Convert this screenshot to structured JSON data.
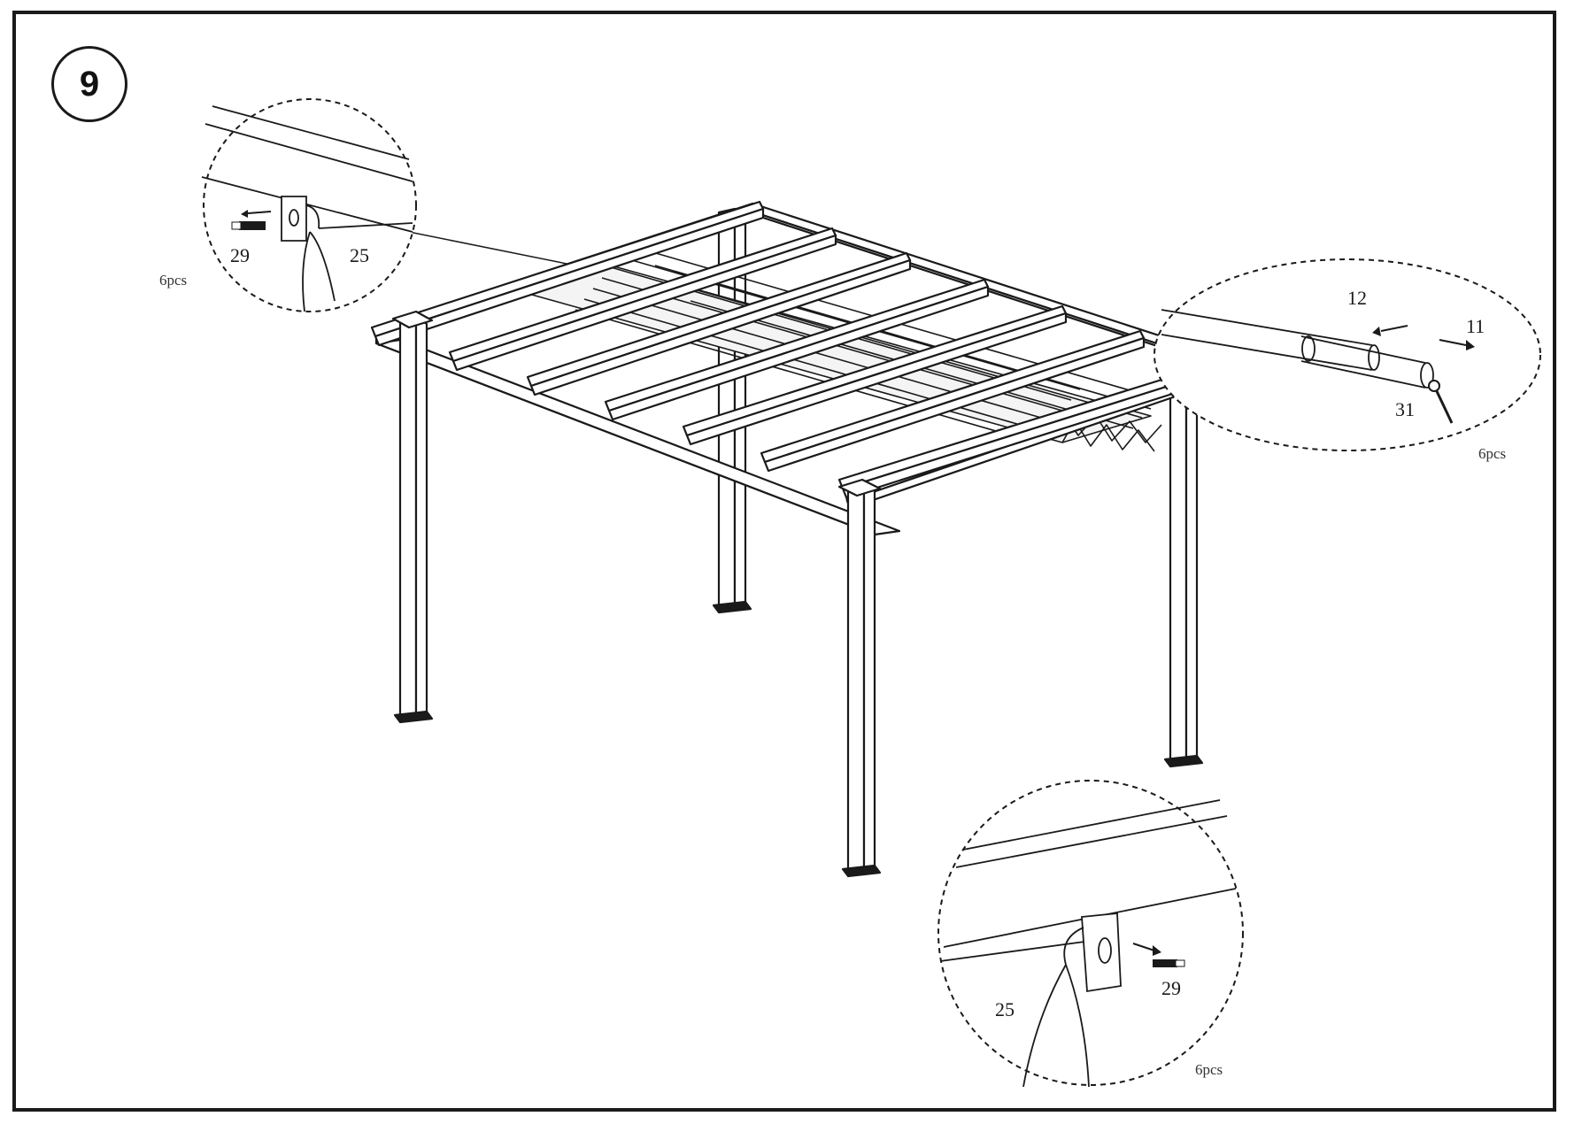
{
  "step": {
    "number": "9"
  },
  "details": {
    "top_left": {
      "pin_label": "29",
      "rope_label": "25",
      "qty": "6pcs"
    },
    "right": {
      "part_a_label": "12",
      "part_b_label": "11",
      "screw_label": "31",
      "qty": "6pcs"
    },
    "bottom": {
      "rope_label": "25",
      "pin_label": "29",
      "qty": "6pcs"
    }
  },
  "colors": {
    "line": "#1a1a1a",
    "background": "#ffffff",
    "frame": "#1a1a1a"
  }
}
